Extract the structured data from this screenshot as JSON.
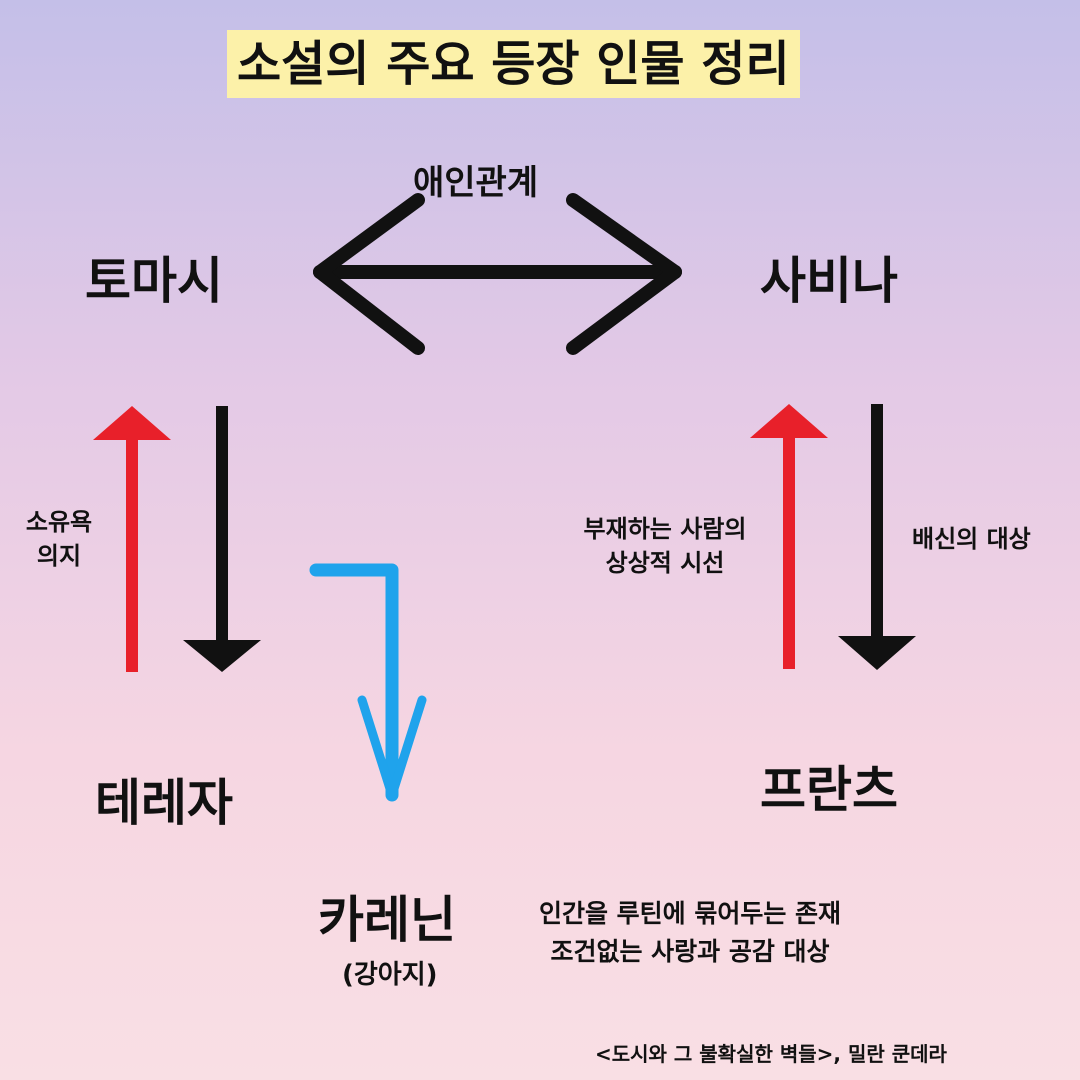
{
  "title": "소설의 주요 등장 인물 정리",
  "characters": {
    "tomas": "토마시",
    "sabina": "사비나",
    "tereza": "테레자",
    "franz": "프란츠",
    "karenin": "카레닌",
    "karenin_note": "(강아지)"
  },
  "relations": {
    "tomas_sabina": "애인관계",
    "tereza_tomas_line1": "소유욕",
    "tereza_tomas_line2": "의지",
    "franz_sabina_line1": "부재하는 사람의",
    "franz_sabina_line2": "상상적 시선",
    "sabina_franz": "배신의 대상",
    "karenin_line1": "인간을 루틴에 묶어두는 존재",
    "karenin_line2": "조건없는 사랑과 공감 대상"
  },
  "source": "<도시와 그 불확실한 벽들>, 밀란 쿤데라",
  "colors": {
    "red_arrow": "#e8202a",
    "black_arrow": "#111111",
    "blue_arrow": "#1fa3ec",
    "title_highlight": "#fcf1a9"
  }
}
